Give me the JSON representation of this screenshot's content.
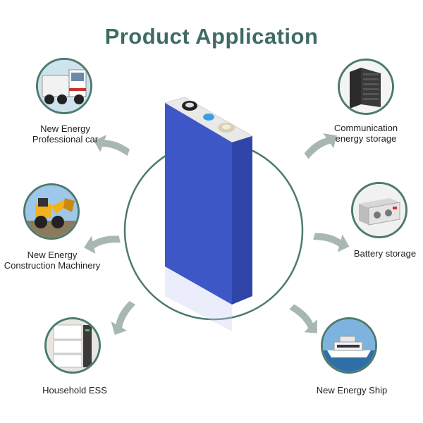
{
  "title": "Product Application",
  "colors": {
    "title": "#3e6b62",
    "ring": "#4d7a70",
    "arrow": "#a9b7b3",
    "battery": "#3c57c4"
  },
  "applications": [
    {
      "label_lines": [
        "New Energy",
        "Professional car"
      ],
      "icon": "truck-icon"
    },
    {
      "label_lines": [
        "Communication",
        "energy storage"
      ],
      "icon": "telecom-rack-icon"
    },
    {
      "label_lines": [
        "New Energy",
        "Construction Machinery"
      ],
      "icon": "wheel-loader-icon"
    },
    {
      "label_lines": [
        "Battery storage"
      ],
      "icon": "battery-cabinet-icon"
    },
    {
      "label_lines": [
        "Household ESS"
      ],
      "icon": "home-storage-cabinet-icon"
    },
    {
      "label_lines": [
        "New Energy Ship"
      ],
      "icon": "ship-icon"
    }
  ]
}
